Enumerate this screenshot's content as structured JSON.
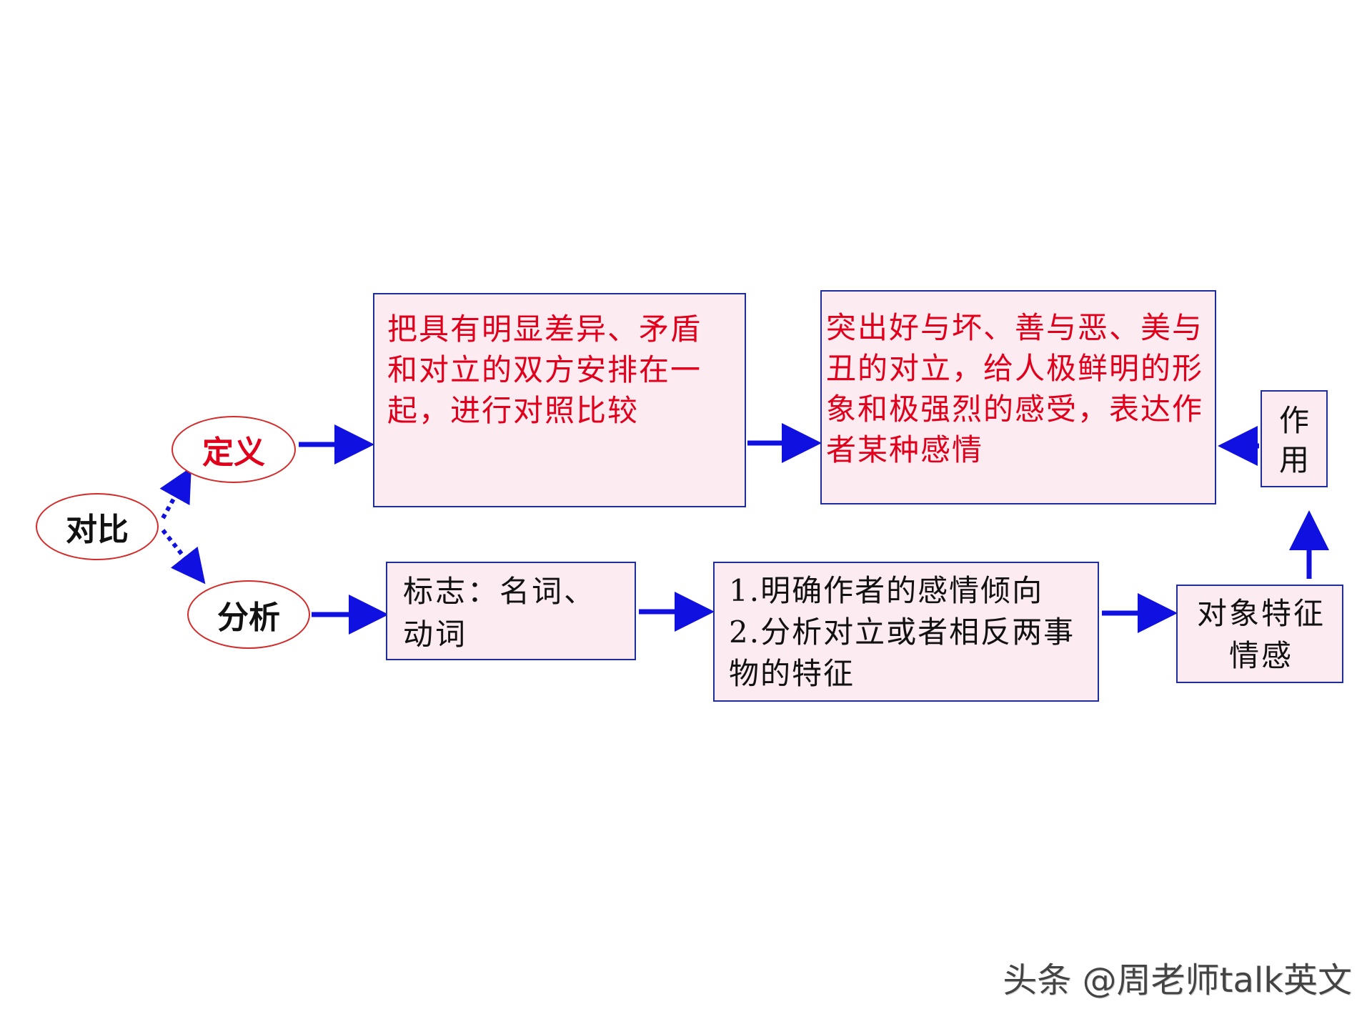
{
  "nodes": {
    "contrast": "对比",
    "definition": "定义",
    "analysis": "分析"
  },
  "boxes": {
    "definition_text": "把具有明显差异、矛盾和对立的双方安排在一起，进行对照比较",
    "effect_text": "突出好与坏、善与恶、美与丑的对立，给人极鲜明的形象和极强烈的感受，表达作者某种感情",
    "effect_label": "作用",
    "marker_text": "标志：名词、动词",
    "steps": [
      "1.明确作者的感情倾向",
      "2.分析对立或者相反两事物的特征"
    ],
    "object_text": "对象特征情感"
  },
  "watermark": "头条 @周老师talk英文",
  "colors": {
    "arrow": "#1010e0",
    "box_border": "#1f2c9c",
    "box_fill": "#fdebf2",
    "ellipse_border": "#d32a2a",
    "red_text": "#e0001b"
  }
}
